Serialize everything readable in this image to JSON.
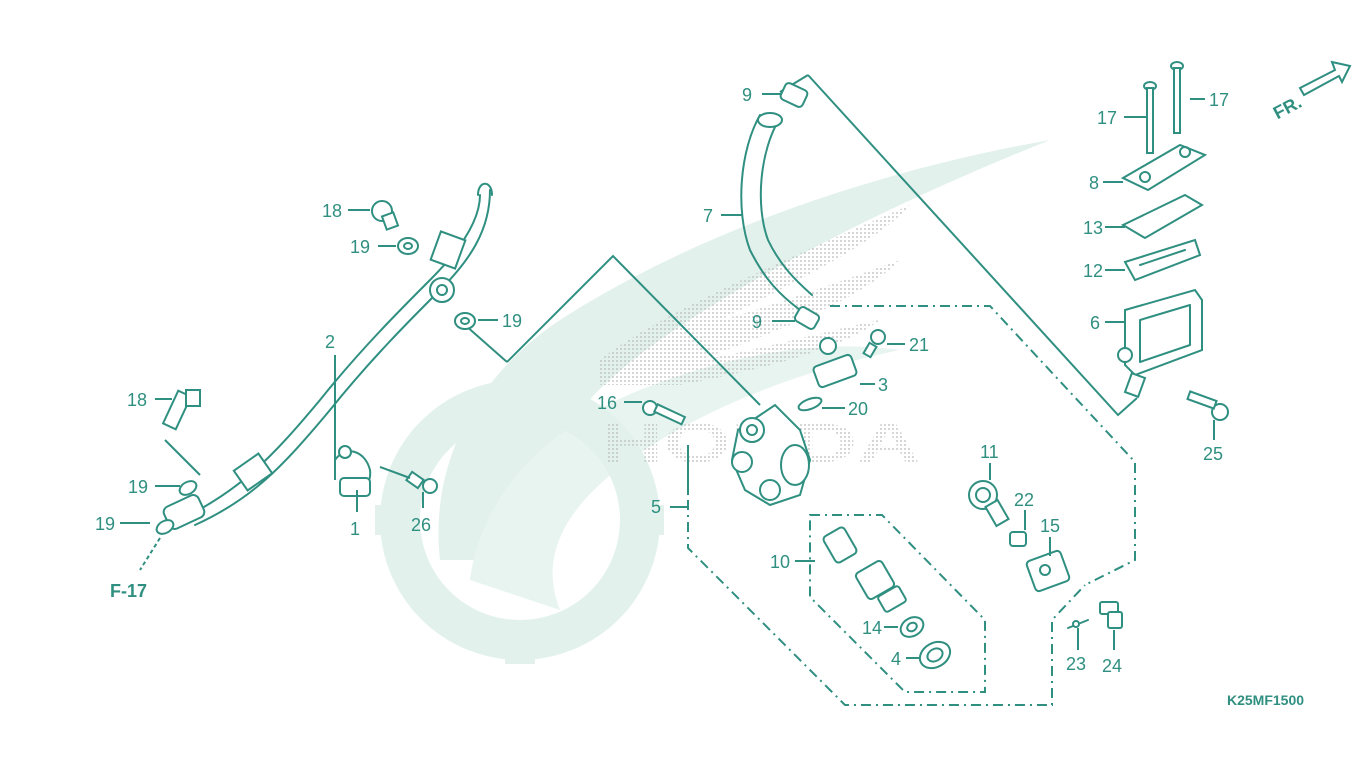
{
  "diagram": {
    "code": "K25MF1500",
    "front_marker": "FR.",
    "reference": "F-17",
    "watermark_text": "HONDA",
    "colors": {
      "ink": "#2f8f80",
      "watermark": "#e2f1ec",
      "dots": "#b8b8b8"
    },
    "callouts": [
      "1",
      "2",
      "3",
      "4",
      "5",
      "6",
      "7",
      "8",
      "9",
      "9",
      "10",
      "11",
      "12",
      "13",
      "14",
      "15",
      "16",
      "17",
      "17",
      "18",
      "18",
      "19",
      "19",
      "19",
      "19",
      "20",
      "21",
      "22",
      "23",
      "24",
      "25",
      "26"
    ]
  }
}
